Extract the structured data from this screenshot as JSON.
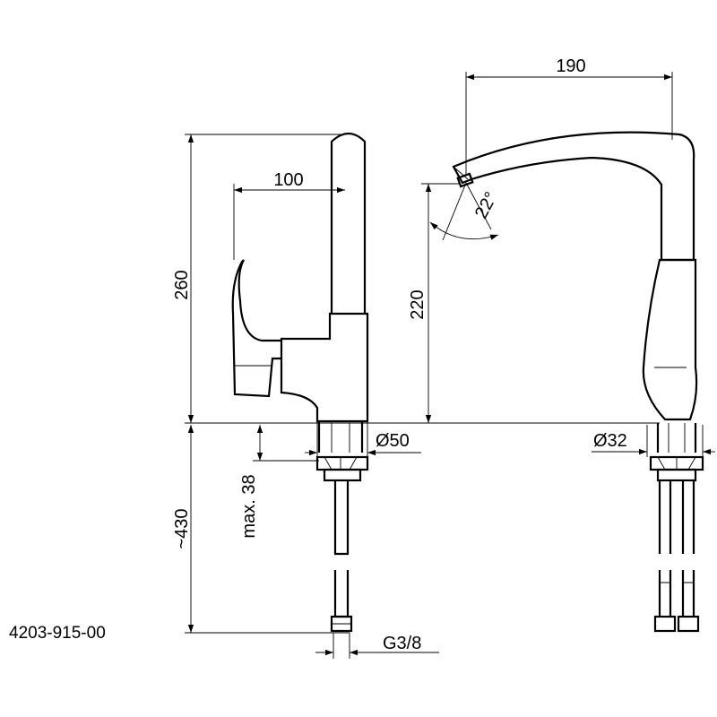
{
  "drawing": {
    "part_number": "4203-915-00",
    "dimensions": {
      "spout_reach": "190",
      "spout_angle": "22°",
      "spout_height": "220",
      "total_height": "260",
      "handle_offset": "100",
      "body_diameter": "Ø50",
      "base_diameter": "Ø32",
      "max_counter": "max. 38",
      "hose_length": "~430",
      "thread": "G3/8"
    }
  }
}
